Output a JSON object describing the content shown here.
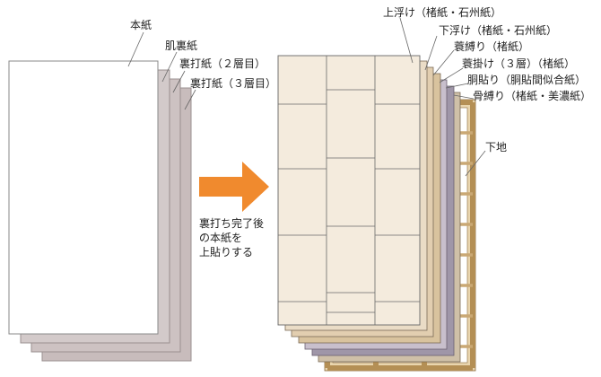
{
  "left": {
    "labels": {
      "main": "本紙",
      "backing": "肌裏紙",
      "second": "裏打紙（２層目）",
      "third": "裏打紙（３層目）"
    }
  },
  "arrow": {
    "color": "#f08a2e",
    "caption": [
      "裏打ち完了後",
      "の本紙を",
      "上貼りする"
    ]
  },
  "right": {
    "labels": {
      "uwauki": "上浮け（楮紙・石州紙）",
      "shitauki": "下浮け（楮紙・石州紙）",
      "minoshibari": "蓑縛り（楮紙）",
      "minokake": "蓑掛け（３層）（楮紙）",
      "dobari": "胴貼り（胴貼間似合紙）",
      "honeshibari": "骨縛り（楮紙・美濃紙）",
      "shitaji": "下地"
    }
  },
  "colors": {
    "left_sheets": [
      "#c8bcbc",
      "#cdc2c2",
      "#d3caca"
    ],
    "main_sheet": "#ffffff",
    "top_sheet": "#f4ebdd",
    "layers": [
      "#eadcc6",
      "#e2ceb0",
      "#d9c39e",
      "#c8bfcc",
      "#9f96a8",
      "#cfc0a8"
    ],
    "frame": "#caa874",
    "line": "#666666"
  }
}
